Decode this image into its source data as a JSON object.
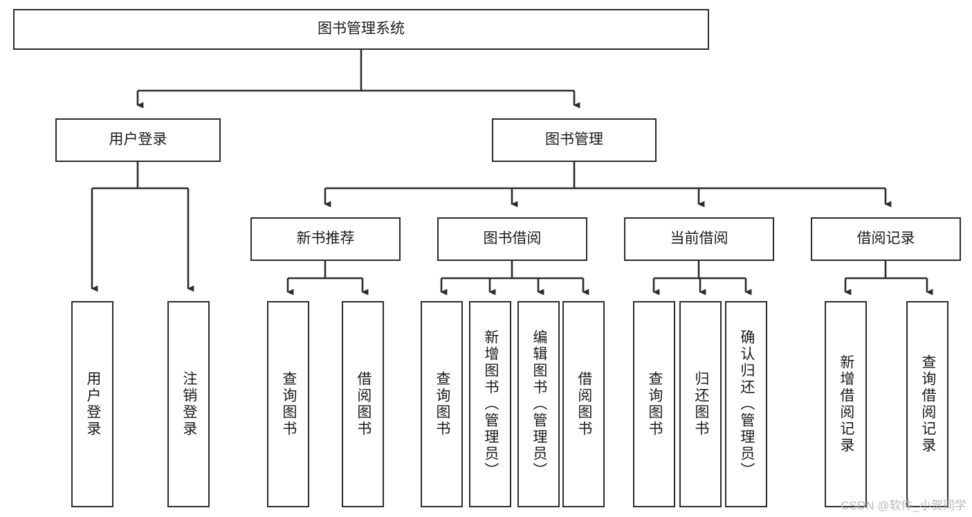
{
  "diagram": {
    "title": "图书管理系统",
    "type": "tree-hierarchy",
    "watermark": "CSDN @软件_小贺同学",
    "colors": {
      "box_border": "#2b2b2b",
      "box_fill": "#ffffff",
      "edge": "#2b2b2b",
      "text": "#1a1a1a",
      "watermark": "#b9b9b9"
    },
    "nodes": {
      "root": {
        "label": "图书管理系统"
      },
      "level2": [
        {
          "id": "user-login",
          "label": "用户登录"
        },
        {
          "id": "book-manage",
          "label": "图书管理"
        }
      ],
      "level3": [
        {
          "id": "new-book-recommend",
          "label": "新书推荐"
        },
        {
          "id": "book-borrow",
          "label": "图书借阅"
        },
        {
          "id": "current-borrow",
          "label": "当前借阅"
        },
        {
          "id": "borrow-record",
          "label": "借阅记录"
        }
      ],
      "leaves": {
        "user_login": [
          {
            "id": "leaf-user-login",
            "label": "用户登录"
          },
          {
            "id": "leaf-logout-login",
            "label": "注销登录"
          }
        ],
        "new_book_recommend": [
          {
            "id": "leaf-query-book-1",
            "label": "查询图书"
          },
          {
            "id": "leaf-borrow-book-1",
            "label": "借阅图书"
          }
        ],
        "book_borrow": [
          {
            "id": "leaf-query-book-2",
            "label": "查询图书"
          },
          {
            "id": "leaf-add-book",
            "label": "新增图书（管理员）"
          },
          {
            "id": "leaf-edit-book",
            "label": "编辑图书（管理员）"
          },
          {
            "id": "leaf-borrow-book-2",
            "label": "借阅图书"
          }
        ],
        "current_borrow": [
          {
            "id": "leaf-query-book-3",
            "label": "查询图书"
          },
          {
            "id": "leaf-return-book",
            "label": "归还图书"
          },
          {
            "id": "leaf-confirm-return",
            "label": "确认归还（管理员）"
          }
        ],
        "borrow_record": [
          {
            "id": "leaf-add-record",
            "label": "新增借阅记录"
          },
          {
            "id": "leaf-query-record",
            "label": "查询借阅记录"
          }
        ]
      }
    }
  }
}
